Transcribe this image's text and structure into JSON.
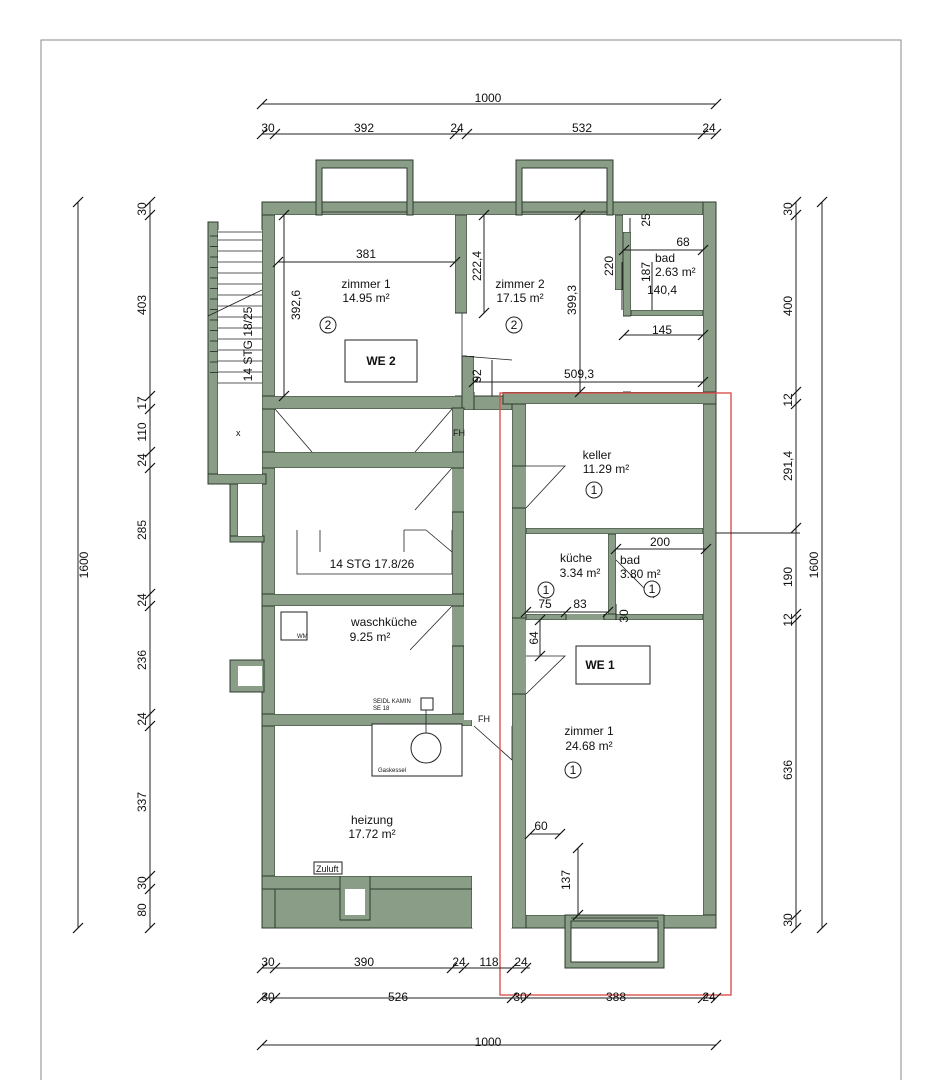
{
  "plan": {
    "we2_label": "WE 2",
    "we1_label": "WE 1",
    "stair1_label": "14 STG 18/25",
    "stair2_label": "14 STG 17.8/26",
    "fh_label_1": "FH",
    "fh_label_2": "FH",
    "x_mark": "x",
    "wm_label": "WM",
    "kamin_label_1": "SEIDL KAMIN",
    "kamin_label_2": "SE 18",
    "gaskessel_label": "Gaskessel",
    "zuluft_label": "Zuluft",
    "highlight_color": "#d9534f",
    "wall_color": "#8a9d87"
  },
  "rooms": [
    {
      "id": "zimmer1-we2",
      "name": "zimmer 1",
      "area": "14.95 m²",
      "unit": "2"
    },
    {
      "id": "zimmer2-we2",
      "name": "zimmer 2",
      "area": "17.15 m²",
      "unit": "2"
    },
    {
      "id": "bad-we2",
      "name": "bad",
      "area": "2.63 m²"
    },
    {
      "id": "keller",
      "name": "keller",
      "area": "11.29 m²",
      "unit": "1"
    },
    {
      "id": "kueche",
      "name": "küche",
      "area": "3.34 m²",
      "unit": "1"
    },
    {
      "id": "bad-we1",
      "name": "bad",
      "area": "3.80 m²",
      "unit": "1"
    },
    {
      "id": "zimmer1-we1",
      "name": "zimmer 1",
      "area": "24.68 m²",
      "unit": "1"
    },
    {
      "id": "waschkueche",
      "name": "waschküche",
      "area": "9.25 m²"
    },
    {
      "id": "heizung",
      "name": "heizung",
      "area": "17.72 m²"
    }
  ],
  "dims": {
    "top_total": "1000",
    "top_30a": "30",
    "top_392": "392",
    "top_24a": "24",
    "top_532": "532",
    "top_24b": "24",
    "bot_30a": "30",
    "bot_390": "390",
    "bot_24a": "24",
    "bot_118": "118",
    "bot_24b": "24",
    "bot_30b": "30",
    "bot_526": "526",
    "bot_30c": "30",
    "bot_388": "388",
    "bot_24c": "24",
    "bot_total": "1000",
    "left_total": "1600",
    "left_30a": "30",
    "left_403": "403",
    "left_17": "17",
    "left_110": "110",
    "left_24a": "24",
    "left_285": "285",
    "left_24b": "24",
    "left_236": "236",
    "left_24c": "24",
    "left_337": "337",
    "left_30b": "30",
    "left_80": "80",
    "right_total": "1600",
    "right_30a": "30",
    "right_400": "400",
    "right_12a": "12",
    "right_2914": "291,4",
    "right_190": "190",
    "right_12b": "12",
    "right_636": "636",
    "right_30b": "30",
    "in_381": "381",
    "in_3926": "392,6",
    "in_2224": "222,4",
    "in_3993": "399,3",
    "in_220": "220",
    "in_25": "25",
    "in_68": "68",
    "in_187": "187",
    "in_1404": "140,4",
    "in_145": "145",
    "in_5093": "509,3",
    "in_92": "92",
    "in_200": "200",
    "in_75": "75",
    "in_83": "83",
    "in_30": "30",
    "in_64": "64",
    "in_60": "60",
    "in_137": "137"
  }
}
